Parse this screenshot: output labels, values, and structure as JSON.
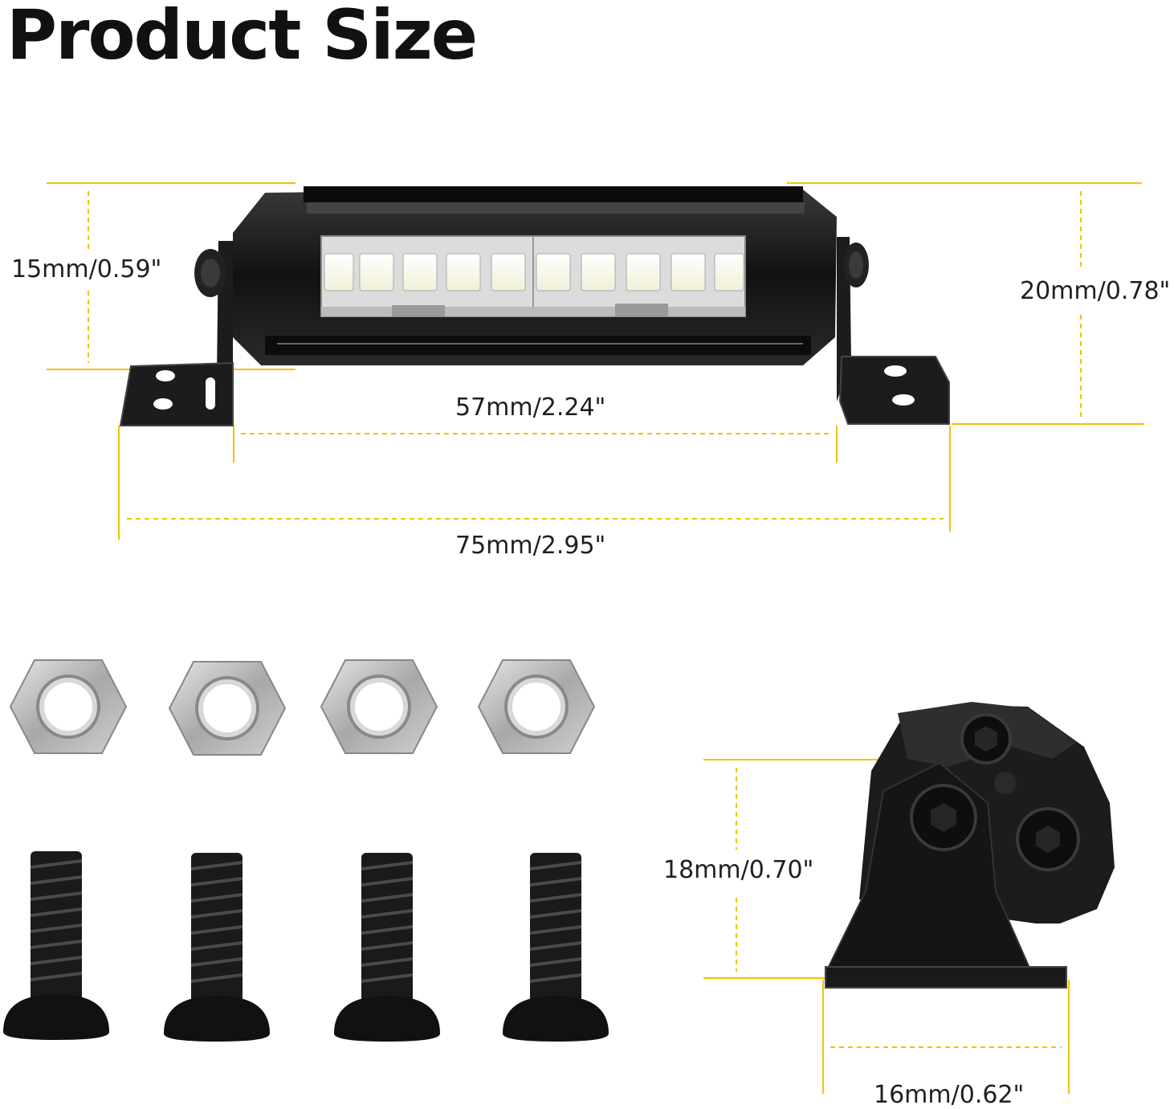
{
  "title": "Product Size",
  "dimensions": {
    "height_led": "15mm/0.59\"",
    "height_total": "20mm/0.78\"",
    "width_inner": "57mm/2.24\"",
    "width_total": "75mm/2.95\"",
    "bracket_height": "18mm/0.70\"",
    "bracket_width": "16mm/0.62\""
  },
  "colors": {
    "dimension_line": "#f2c200",
    "housing": "#1a1a1a",
    "led": "#ffffe6",
    "nut": "#b9b9b9"
  },
  "parts": {
    "led_count": 10,
    "nut_count": 4,
    "screw_count": 4
  }
}
